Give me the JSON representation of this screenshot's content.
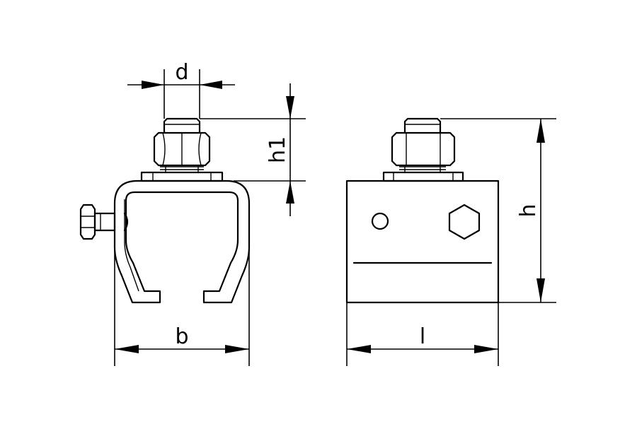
{
  "colors": {
    "line": "#000000",
    "background": "#ffffff"
  },
  "dimensions": {
    "d": "d",
    "h1": "h1",
    "b": "b",
    "l": "l",
    "h": "h"
  }
}
